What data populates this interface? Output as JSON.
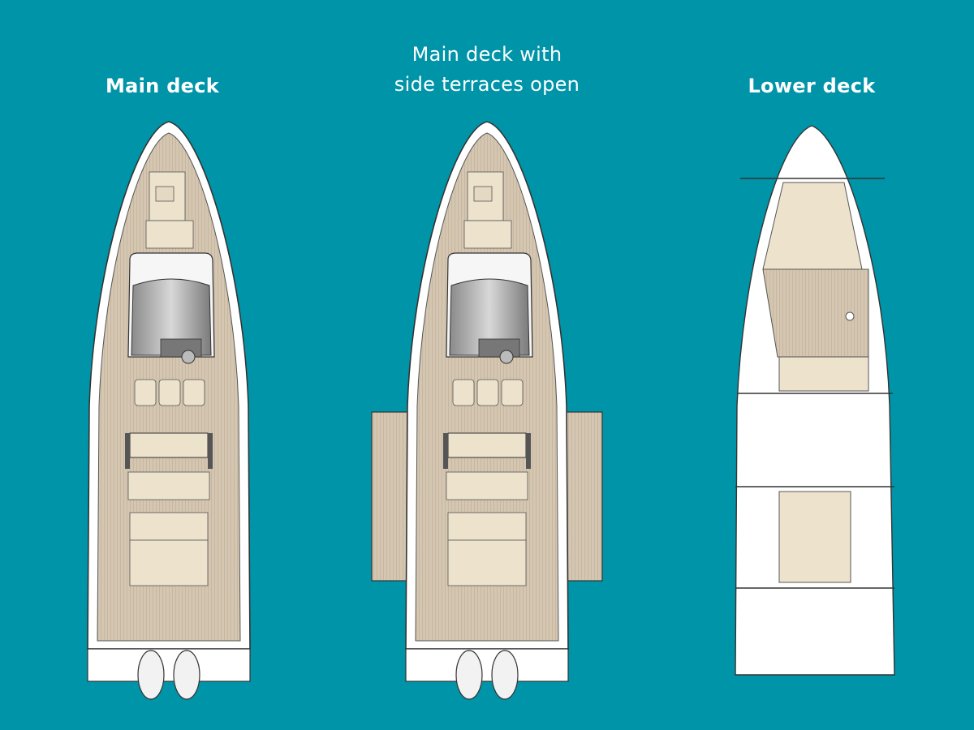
{
  "titles": {
    "main_deck": "Main deck",
    "terraces_line1": "Main deck with",
    "terraces_line2": "side terraces open",
    "lower_deck": "Lower deck"
  },
  "colors": {
    "background": "#0094a8",
    "hull": "#ffffff",
    "teak_deck": "#d4c6b1",
    "cushion": "#ede2cc",
    "console": "#9a9a9a",
    "outline": "#3a3a3a"
  },
  "icons": [
    "boat-hull-main-deck",
    "boat-hull-terraces-open",
    "boat-hull-lower-deck",
    "outboard-engine-icon"
  ]
}
